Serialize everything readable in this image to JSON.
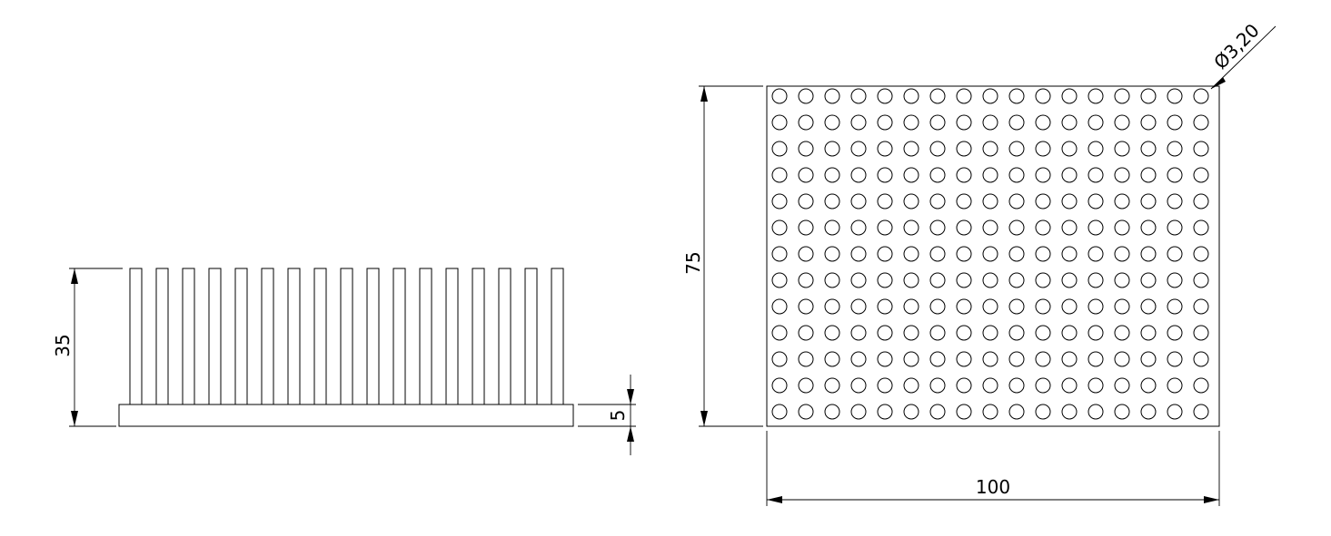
{
  "side_view": {
    "height_dim": "35",
    "base_dim": "5",
    "pin_count": 17
  },
  "top_view": {
    "height_dim": "75",
    "width_dim": "100",
    "hole_dim": "Ø3,20",
    "rows": 13,
    "cols": 17
  }
}
